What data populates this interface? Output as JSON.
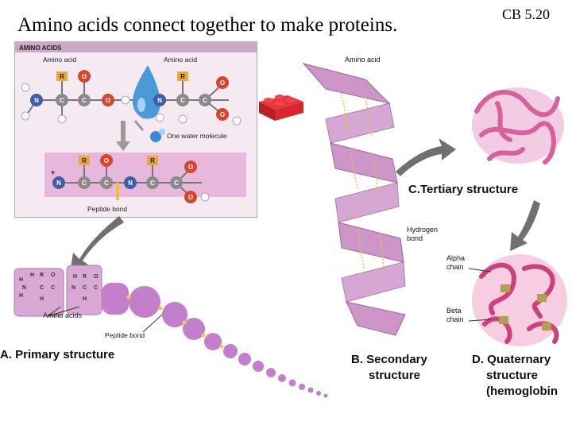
{
  "slide": {
    "title": "Amino acids connect together to make proteins.",
    "ref": "CB 5.20"
  },
  "inset": {
    "header": "AMINO ACIDS",
    "amino_acid_left": "Amino acid",
    "amino_acid_right": "Amino acid",
    "water_label": "One water molecule",
    "peptide_bond": "Peptide bond"
  },
  "atoms": {
    "R": "R",
    "C": "C",
    "O": "O",
    "N": "N",
    "H": "H",
    "plus": "+"
  },
  "primary": {
    "amino_acids": "Amino acids",
    "peptide_bond": "Peptide bond",
    "label": "A.  Primary structure"
  },
  "secondary": {
    "amino_acid": "Amino acid",
    "hydrogen_bond": [
      "Hydrogen",
      "bond"
    ],
    "label": [
      "B. Secondary",
      "structure"
    ]
  },
  "tertiary": {
    "label": "C.Tertiary structure"
  },
  "quaternary": {
    "alpha_chain": [
      "Alpha",
      "chain"
    ],
    "beta_chain": [
      "Beta",
      "chain"
    ],
    "label": [
      "D. Quaternary",
      "structure",
      "(hemoglobin"
    ]
  },
  "colors": {
    "inset_bg": "#f5eaf2",
    "inset_header": "#c9a9c4",
    "pink_band": "#e8b8dc",
    "carbon": "#8a8a8a",
    "nitrogen": "#3e5fa8",
    "oxygen": "#d8452c",
    "r_group": "#e8a83c",
    "helix": "#c98ac4",
    "bead": "#c37fcc",
    "lego": "#d8262c",
    "arrow": "#707070"
  }
}
